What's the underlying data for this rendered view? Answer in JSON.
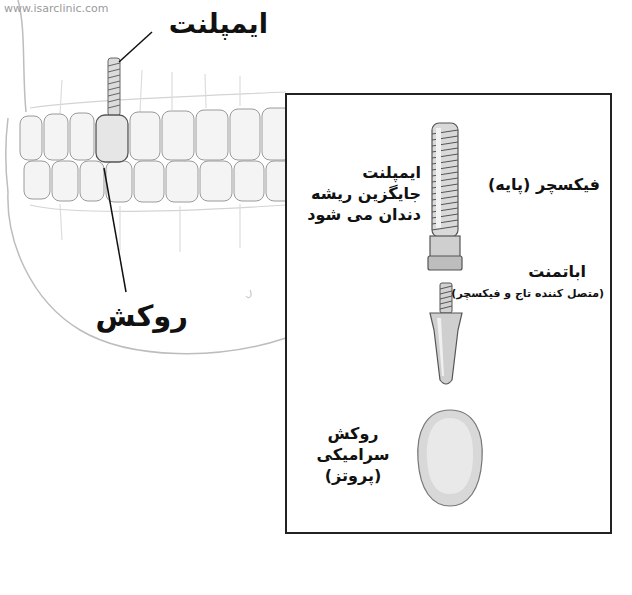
{
  "diagram": {
    "labels": [
      "www.isarclinic.com",
      "ایمپلنت",
      "روکش",
      "ایمپلنت جایگزین ریشه دندان می شود",
      "فیکسچر (پایه)",
      "اباتمنت",
      "(متصل کننده تاج و فیکسچر)",
      "روکش سرامیکی (پروتز)"
    ]
  }
}
